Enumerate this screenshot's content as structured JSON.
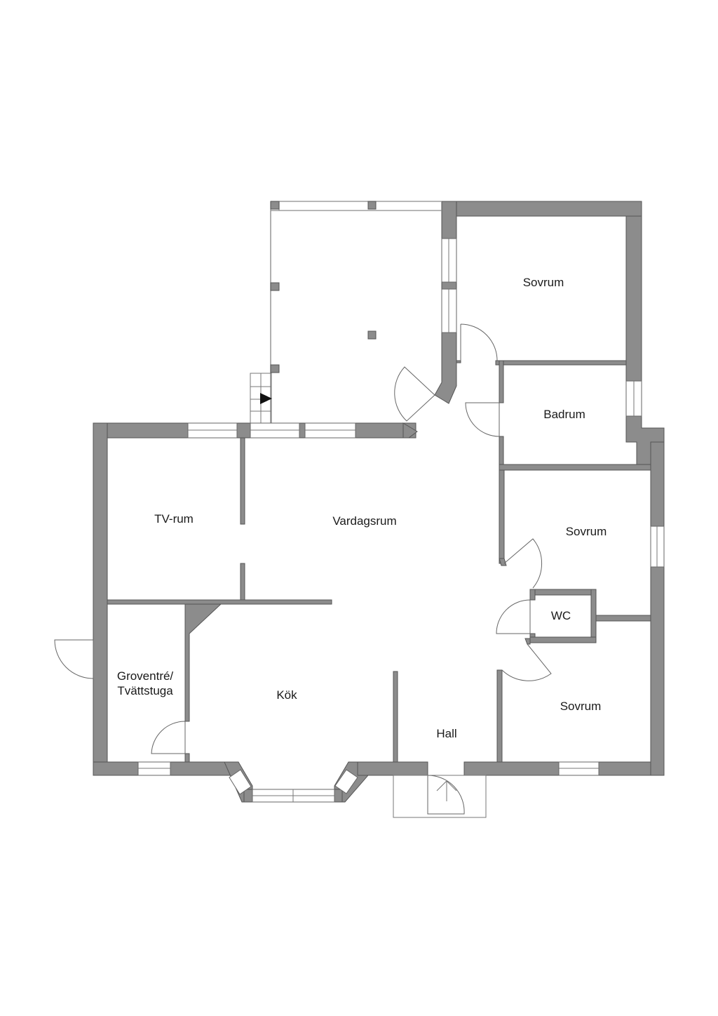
{
  "rooms": {
    "sovrum_top": "Sovrum",
    "badrum": "Badrum",
    "tv_rum": "TV-rum",
    "vardagsrum": "Vardagsrum",
    "sovrum_mid": "Sovrum",
    "wc": "WC",
    "groventre_line1": "Groventré/",
    "groventre_line2": "Tvättstuga",
    "kok": "Kök",
    "sovrum_bottom": "Sovrum",
    "hall": "Hall"
  },
  "colors": {
    "wall": "#8c8c8c",
    "background": "#ffffff",
    "text": "#1a1a1a"
  },
  "icons": {
    "stair_arrow": "right-triangle-arrow",
    "entrance_arrow": "up-arrow"
  }
}
